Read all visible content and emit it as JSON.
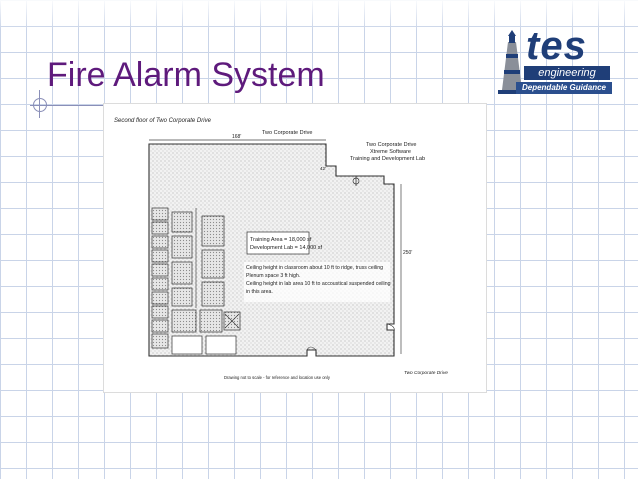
{
  "slide": {
    "title": "Fire Alarm System"
  },
  "logo": {
    "brand": "tes",
    "sub": "engineering",
    "tagline": "Dependable Guidance"
  },
  "floor_plan": {
    "header_left": "Second floor of Two Corporate Drive",
    "street_label": "Two Corporate Drive",
    "building_block": [
      "Two Corporate Drive",
      "Xtreme Software",
      "Training and Development Lab"
    ],
    "area_box": [
      "Training Area = 18,000 sf",
      "Development Lab = 14,000 sf"
    ],
    "notes": [
      "Ceiling height in classroom about 10 ft to ridge, truss ceiling",
      "Plenum space 3 ft high.",
      "Ceiling height in lab area 10 ft to accoustical suspended ceiling",
      "in this area."
    ],
    "dim_top": "168'",
    "dim_side": "250'",
    "footer_center": "Drawing not to scale - for reference and location use only",
    "footer_right": "Two Corporate Drive",
    "icons": [
      "lighthouse-icon",
      "north-arrow-icon"
    ]
  }
}
